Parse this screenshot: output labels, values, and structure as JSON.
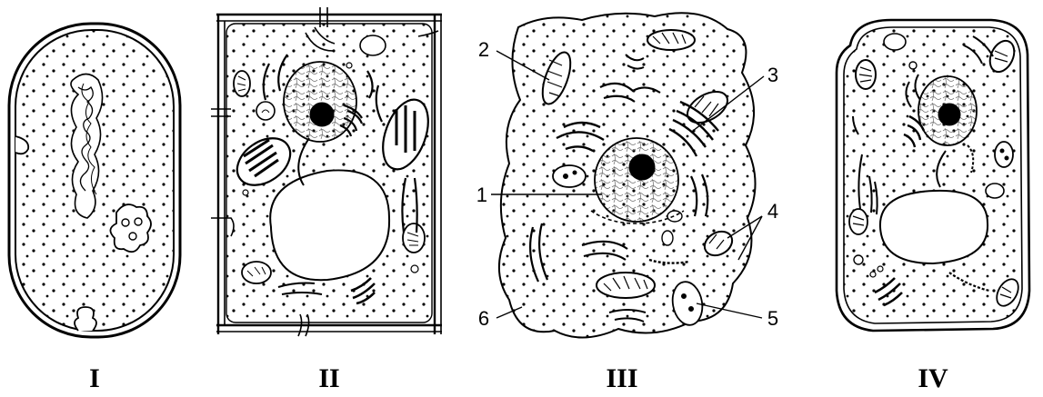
{
  "cells": [
    {
      "roman": "I"
    },
    {
      "roman": "II"
    },
    {
      "roman": "III"
    },
    {
      "roman": "IV"
    }
  ],
  "labels": [
    "1",
    "2",
    "3",
    "4",
    "5",
    "6"
  ]
}
